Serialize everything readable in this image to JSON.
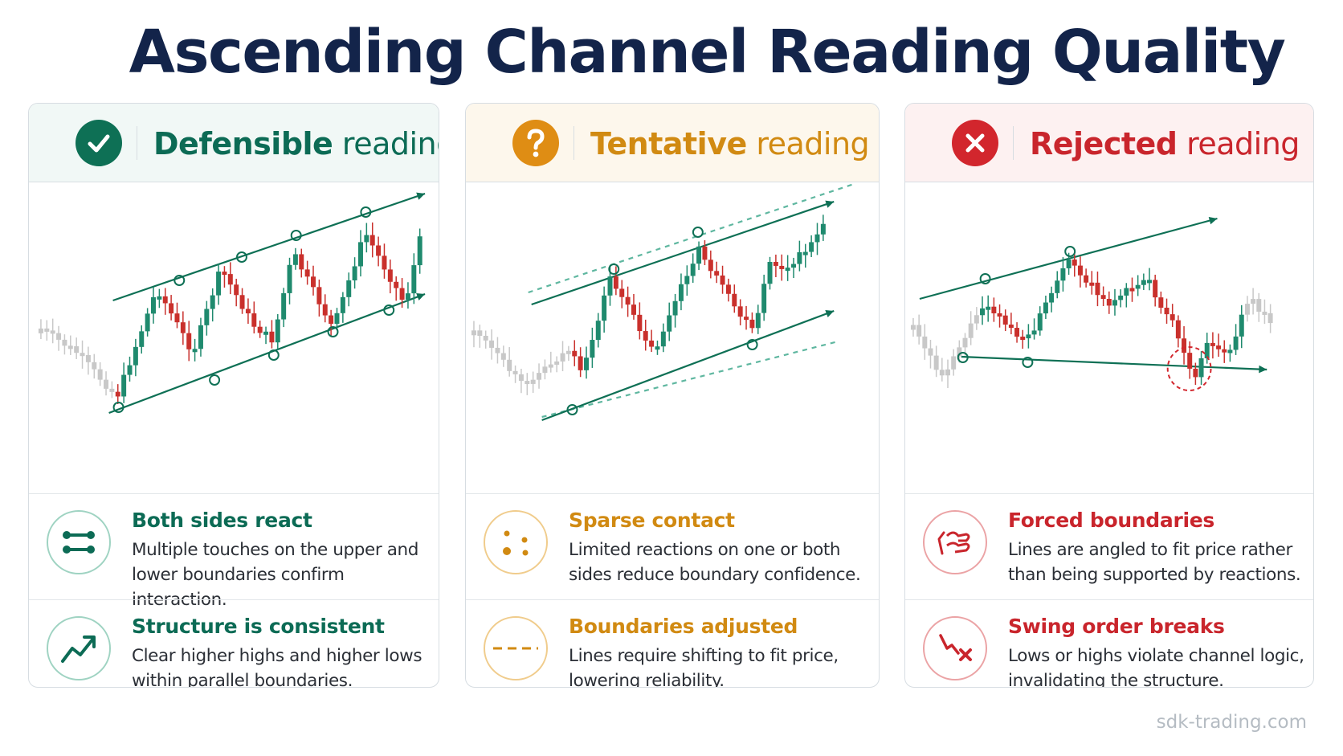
{
  "title": "Ascending Channel Reading Quality",
  "colors": {
    "defensible": "#0e7055",
    "tentative": "#df8d14",
    "rejected": "#d2262d",
    "bull_candle": "#1f8a6e",
    "bear_candle": "#c9302c",
    "context_candle": "#c8c8c8",
    "title": "#13244a"
  },
  "cards": [
    {
      "id": "defensible",
      "badge_icon": "checkmark-icon",
      "heading_strong": "Defensible",
      "heading_light": " reading",
      "items": [
        {
          "icon": "two-sided-touch-icon",
          "title": "Both sides react",
          "desc": "Multiple touches on the upper and lower boundaries confirm interaction."
        },
        {
          "icon": "trend-up-icon",
          "title": "Structure is consistent",
          "desc": "Clear higher highs and higher lows within parallel boundaries."
        }
      ]
    },
    {
      "id": "tentative",
      "badge_icon": "question-mark-icon",
      "heading_strong": "Tentative",
      "heading_light": " reading",
      "items": [
        {
          "icon": "sparse-dots-icon",
          "title": "Sparse contact",
          "desc": "Limited reactions on one or both sides reduce boundary confidence."
        },
        {
          "icon": "dashed-line-icon",
          "title": "Boundaries adjusted",
          "desc": "Lines require shifting to fit price, lowering reliability."
        }
      ]
    },
    {
      "id": "rejected",
      "badge_icon": "cross-icon",
      "heading_strong": "Rejected",
      "heading_light": " reading",
      "items": [
        {
          "icon": "forced-fit-icon",
          "title": "Forced boundaries",
          "desc": "Lines are angled to fit price rather than being supported by reactions."
        },
        {
          "icon": "broken-swing-icon",
          "title": "Swing order breaks",
          "desc": "Lows or highs violate channel logic, invalidating the structure."
        }
      ]
    }
  ],
  "footer": "sdk-trading.com"
}
